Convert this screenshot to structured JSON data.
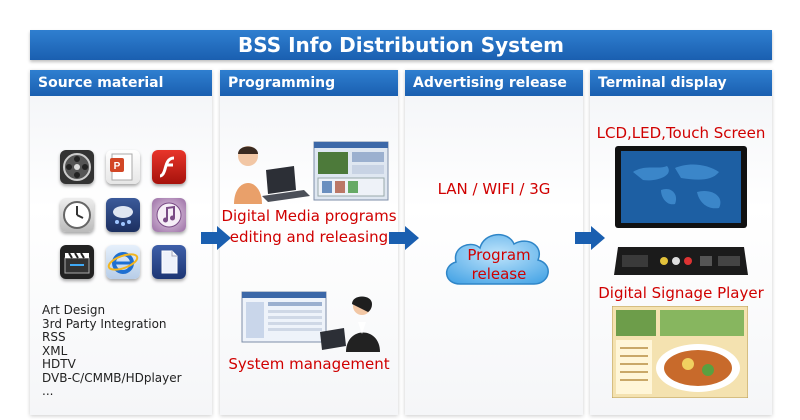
{
  "title": "BSS Info Distribution System",
  "columns": [
    {
      "label": "Source material"
    },
    {
      "label": "Programming"
    },
    {
      "label": "Advertising release"
    },
    {
      "label": "Terminal display"
    }
  ],
  "source_icons": [
    "film-reel-icon",
    "powerpoint-icon",
    "flash-icon",
    "clock-icon",
    "weather-icon",
    "music-icon",
    "video-clapper-icon",
    "ie-browser-icon",
    "document-icon"
  ],
  "source_list": [
    "Art   Design",
    "3rd Party Integration",
    "RSS",
    "XML",
    "HDTV",
    "DVB-C/CMMB/HDplayer",
    "..."
  ],
  "programming": {
    "editing_line1": "Digital Media programs",
    "editing_line2": "editing and releasing",
    "system_management": "System management"
  },
  "release": {
    "network": "LAN / WIFI / 3G",
    "cloud_line1": "Program",
    "cloud_line2": "release"
  },
  "terminal": {
    "screens": "LCD,LED,Touch Screen",
    "player": "Digital Signage Player"
  },
  "colors": {
    "header_blue": "#1f6cc0",
    "arrow_blue": "#1a5fb0",
    "label_red": "#d00000",
    "cloud_blue": "#5cb3ec"
  }
}
